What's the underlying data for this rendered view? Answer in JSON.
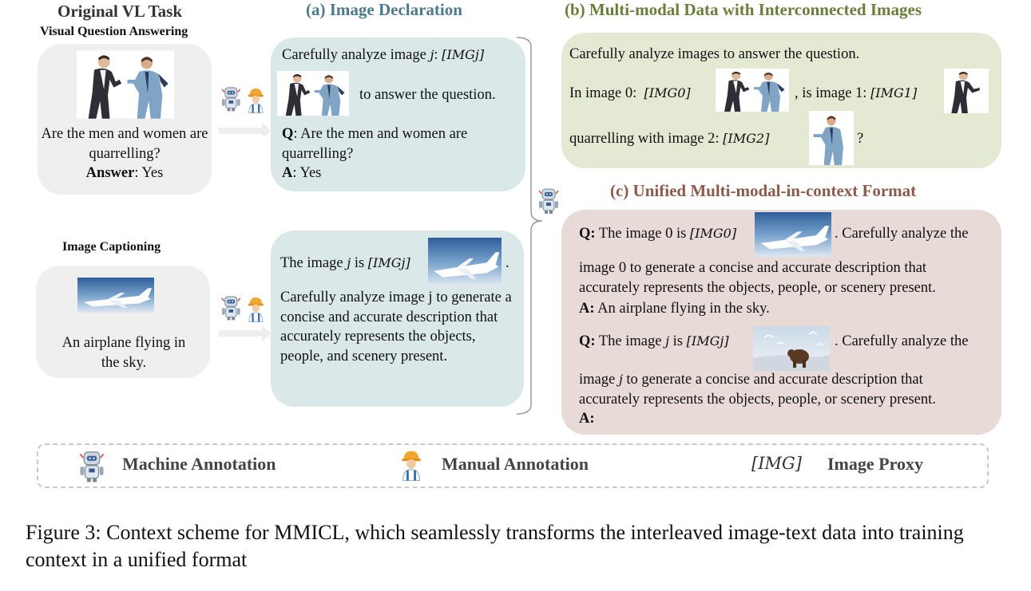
{
  "headers": {
    "original": "Original VL Task",
    "a": "(a) Image Declaration",
    "b": "(b) Multi-modal Data with Interconnected Images",
    "c": "(c) Unified Multi-modal-in-context Format"
  },
  "original_task": {
    "vqa_title": "Visual Question Answering",
    "vqa_question": "Are the men and women are quarrelling?",
    "vqa_answer_label": "Answer",
    "vqa_answer_value": "Yes",
    "cap_title": "Image Captioning",
    "cap_text": "An airplane flying in the sky."
  },
  "panel_a": {
    "top_prefix": "Carefully analyze image",
    "var_j": "j",
    "proxy_j": "[IMGj]",
    "top_suffix": "to answer the question.",
    "q_label": "Q",
    "q_text": ": Are the men and women are quarrelling?",
    "a_label": "A",
    "a_text": ": Yes",
    "bottom_prefix": "The image",
    "is": "is",
    "bottom_body": "Carefully analyze image j to generate a concise and accurate description that accurately represents the objects, people, and scenery present."
  },
  "panel_b": {
    "line1": "Carefully analyze images to answer the question.",
    "in_image0": "In image 0:",
    "proxy0": "[IMG0]",
    "is_image1": ", is  image 1:",
    "proxy1": "[IMG1]",
    "quarrelling": "quarrelling with image 2:",
    "proxy2": "[IMG2]",
    "qmark": "?"
  },
  "panel_c": {
    "q1_label": "Q:",
    "q1_prefix": "The image 0 is",
    "proxy0": "[IMG0]",
    "q1_tail": ". Carefully analyze the",
    "q1_body": "image 0 to generate a concise and accurate description that accurately represents the objects, people, or scenery present.",
    "a1_label": "A:",
    "a1_text": "An airplane flying in the sky.",
    "q2_label": "Q:",
    "q2_prefix": "The image",
    "q2_is": "is",
    "proxyj": "[IMGj]",
    "q2_tail": ". Carefully analyze the",
    "q2_body_pre": "image",
    "q2_body": "to generate a concise and accurate description that accurately represents the objects, people, or scenery present.",
    "a2_label": "A:"
  },
  "legend": {
    "machine": "Machine  Annotation",
    "manual": "Manual  Annotation",
    "proxy_symbol": "[IMG]",
    "proxy_label": "Image Proxy"
  },
  "caption": "Figure 3: Context scheme for MMICL, which seamlessly transforms the interleaved image-text data into training context in a unified format",
  "colors": {
    "gray_panel": "#efefef",
    "teal_panel": "#dbe8e9",
    "green_panel": "#e4e9d3",
    "rose_panel": "#e7dad7",
    "header_a": "#4d7a8a",
    "header_b": "#6b7d3a",
    "header_c": "#8a5a4a"
  }
}
